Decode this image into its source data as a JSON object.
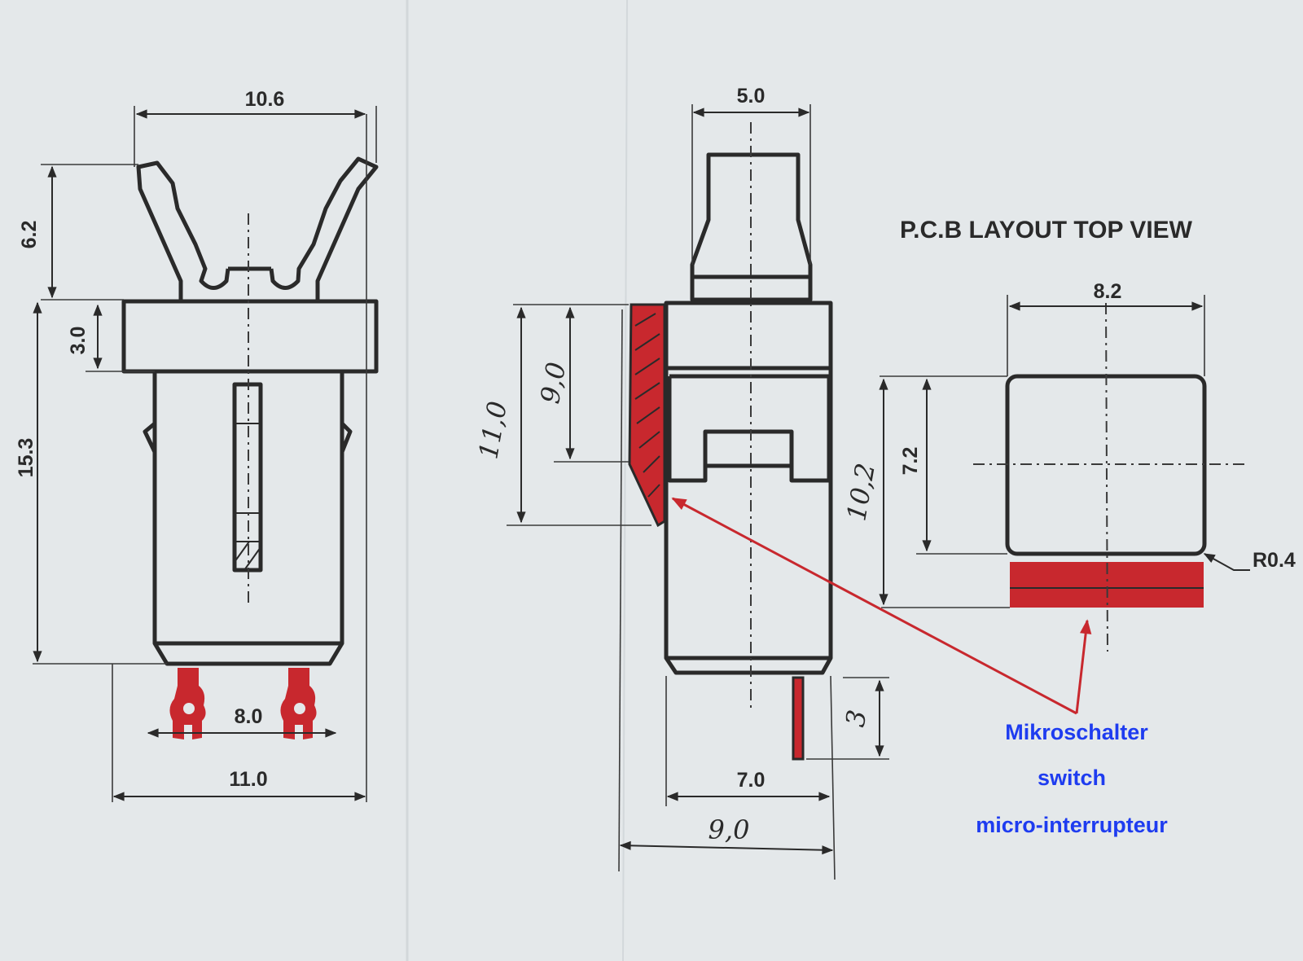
{
  "colors": {
    "paper": "#e4e8ea",
    "ink": "#2a2a2a",
    "red_mark": "#c8282e",
    "blue_label": "#1e3cf0"
  },
  "front_view": {
    "dim_top": "10.6",
    "dim_clip": "6.2",
    "dim_flange": "3.0",
    "dim_body": "15.3",
    "dim_pins": "8.0",
    "dim_base": "11.0"
  },
  "side_view": {
    "dim_plunger": "5.0",
    "dim_red_height": "11,0",
    "dim_red_upper": "9,0",
    "dim_height": "10,2",
    "dim_pin": "3",
    "dim_body_width": "7.0",
    "dim_total_width": "9,0"
  },
  "pcb_layout": {
    "title": "P.C.B LAYOUT   TOP VIEW",
    "dim_width": "8.2",
    "dim_height": "7.2",
    "dim_radius": "R0.4"
  },
  "callout": {
    "line1": "Mikroschalter",
    "line2": "switch",
    "line3": "micro-interrupteur"
  }
}
